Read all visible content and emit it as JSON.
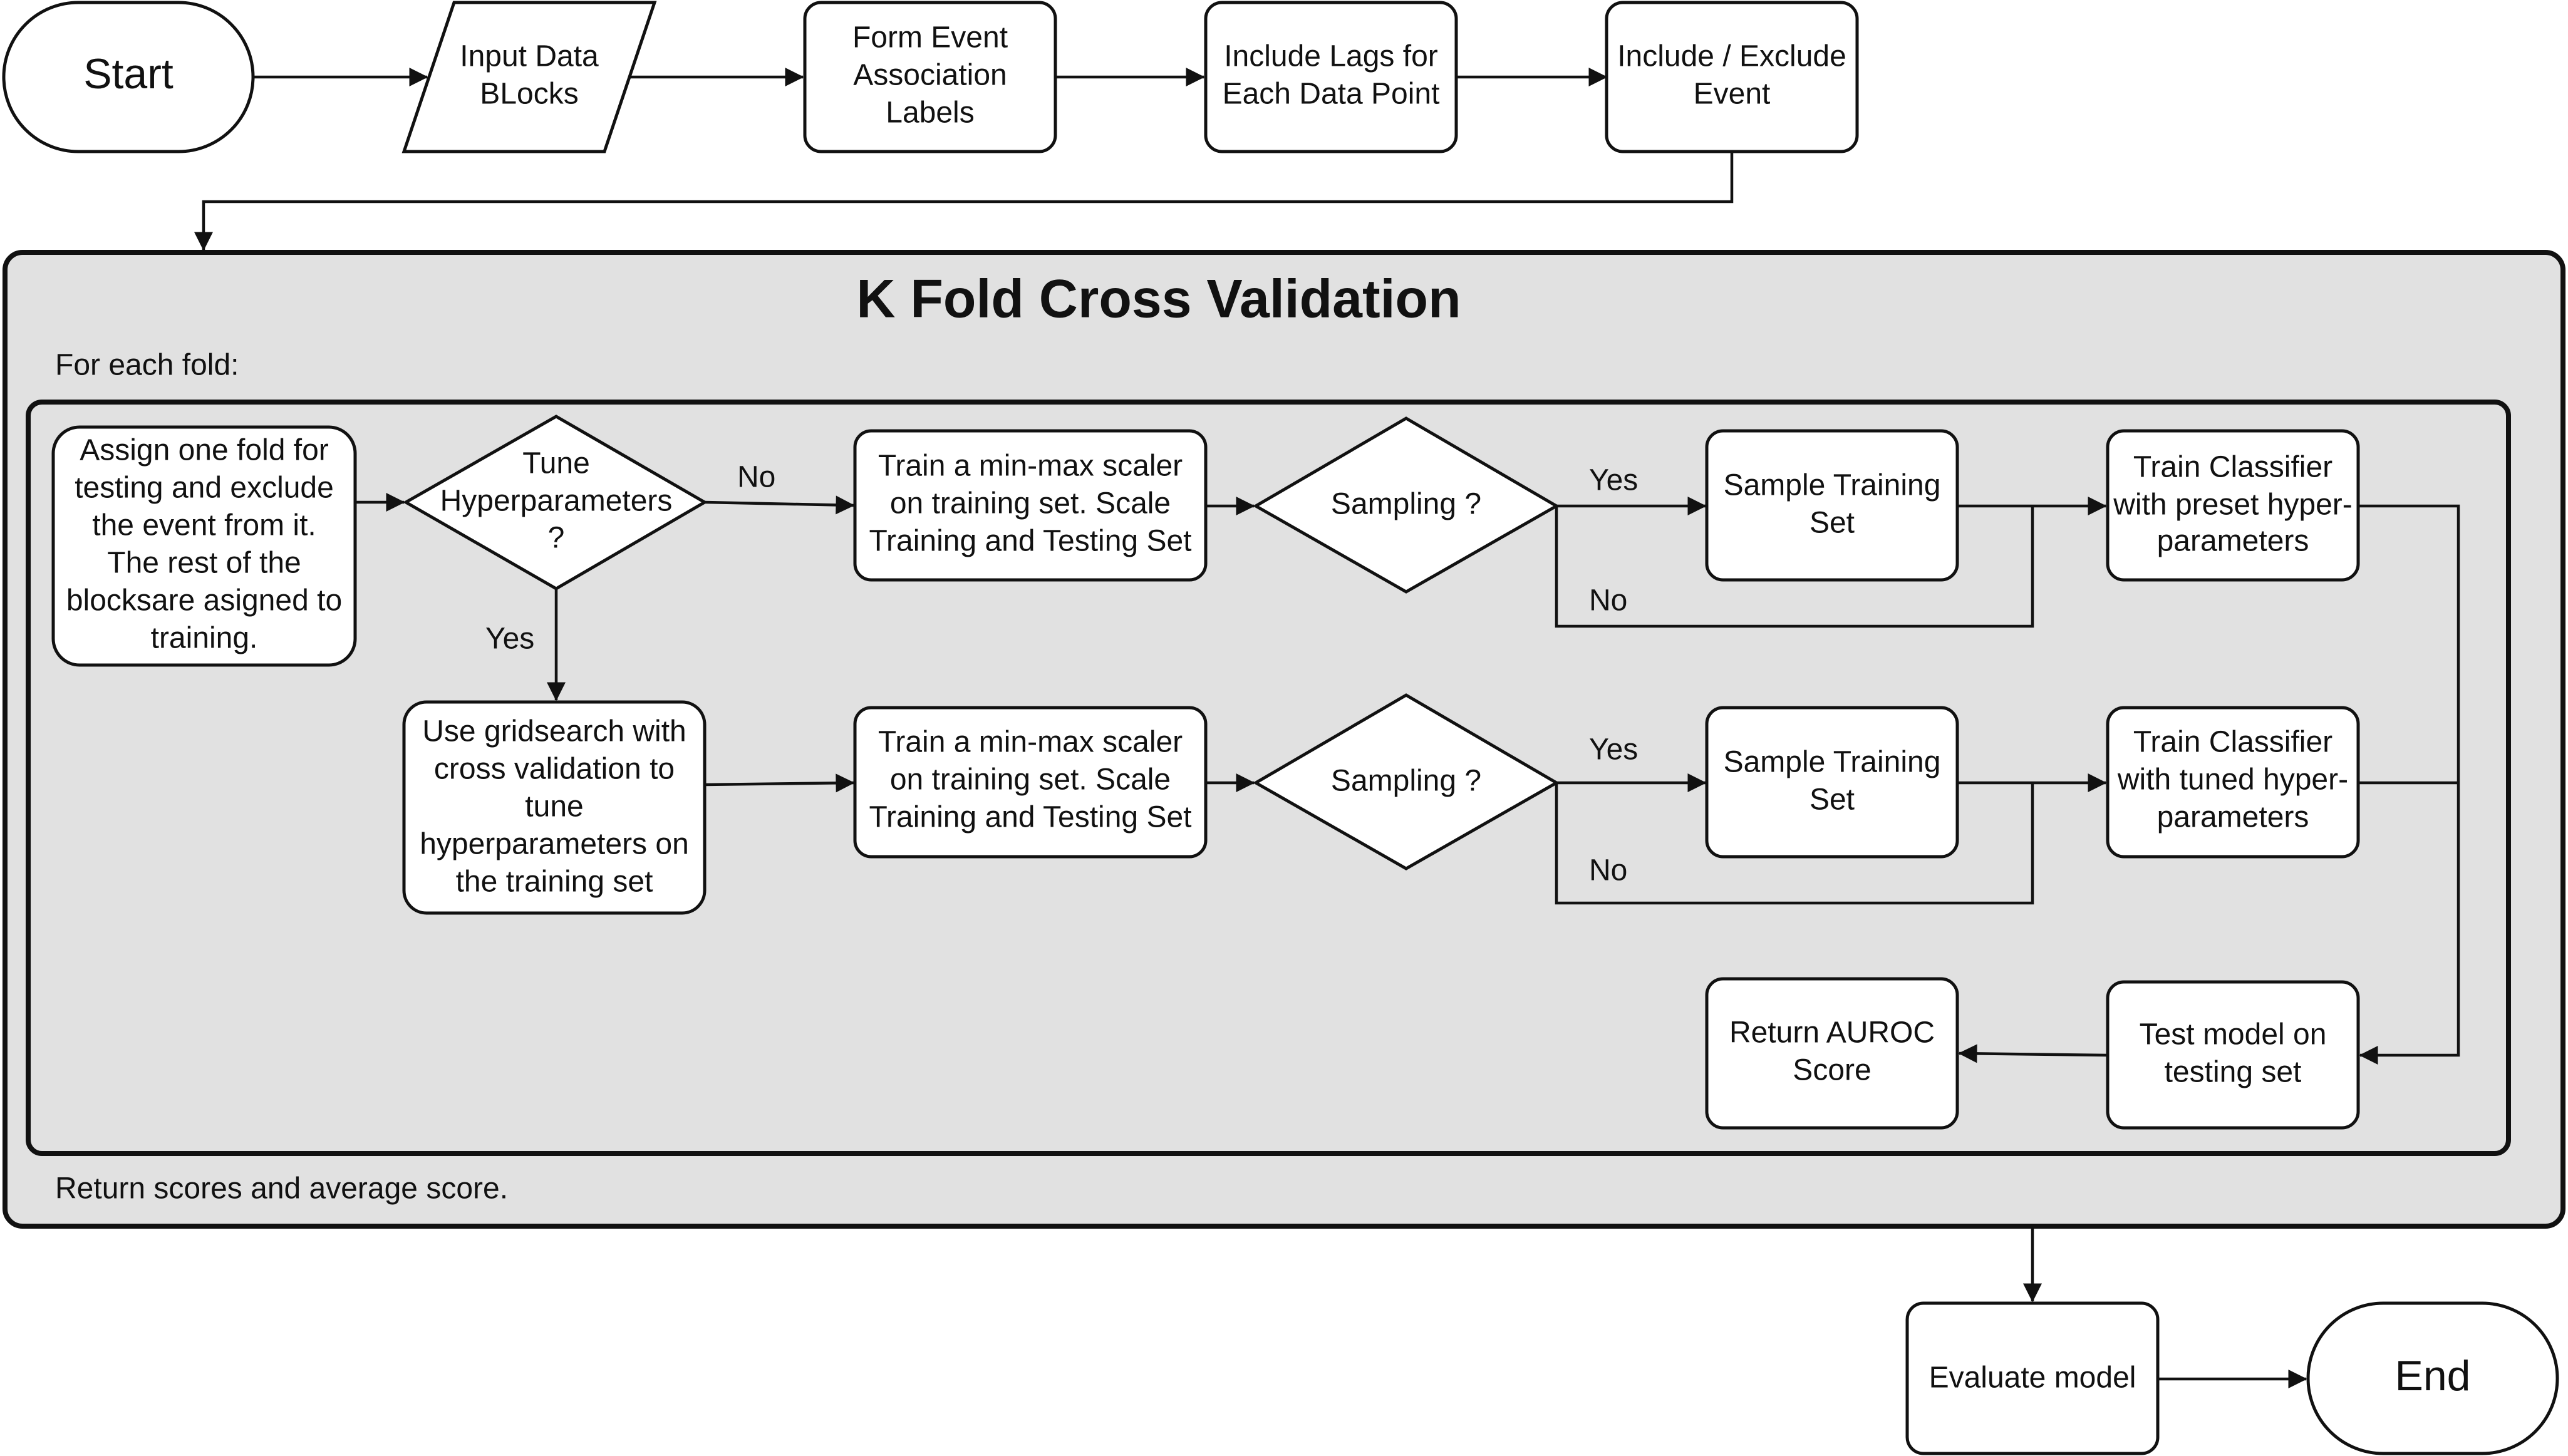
{
  "top_row": {
    "start": "Start",
    "input": [
      "Input Data",
      "BLocks"
    ],
    "form_labels": [
      "Form Event",
      "Association",
      "Labels"
    ],
    "include_lags": [
      "Include Lags for",
      "Each Data Point"
    ],
    "include_exclude": [
      "Include / Exclude",
      "Event"
    ]
  },
  "kfold": {
    "title": "K Fold Cross Validation",
    "for_each": "For each fold:",
    "return_scores": "Return scores and average score."
  },
  "fold": {
    "assign": [
      "Assign one fold for",
      "testing and exclude",
      "the event from it.",
      "The rest of the",
      "blocksare asigned to",
      "training."
    ],
    "tune": [
      "Tune",
      "Hyperparameters",
      "?"
    ],
    "gridsearch": [
      "Use gridsearch with",
      "cross validation to",
      "tune",
      "hyperparameters on",
      "the training set"
    ],
    "scaler_top": [
      "Train a min-max scaler",
      "on training set. Scale",
      "Training and Testing Set"
    ],
    "scaler_bottom": [
      "Train a min-max scaler",
      "on training set. Scale",
      "Training and Testing Set"
    ],
    "sampling_top": "Sampling ?",
    "sampling_bottom": "Sampling ?",
    "sample_top": [
      "Sample Training",
      "Set"
    ],
    "sample_bottom": [
      "Sample Training",
      "Set"
    ],
    "classifier_preset": [
      "Train Classifier",
      "with preset hyper-",
      "parameters"
    ],
    "classifier_tuned": [
      "Train Classifier",
      "with tuned hyper-",
      "parameters"
    ],
    "test_model": [
      "Test model on",
      "testing set"
    ],
    "return_auroc": [
      "Return AUROC",
      "Score"
    ]
  },
  "edges": {
    "tune_no": "No",
    "tune_yes": "Yes",
    "sampling_top_yes": "Yes",
    "sampling_top_no": "No",
    "sampling_bottom_yes": "Yes",
    "sampling_bottom_no": "No"
  },
  "bottom": {
    "evaluate": "Evaluate model",
    "end": "End"
  }
}
